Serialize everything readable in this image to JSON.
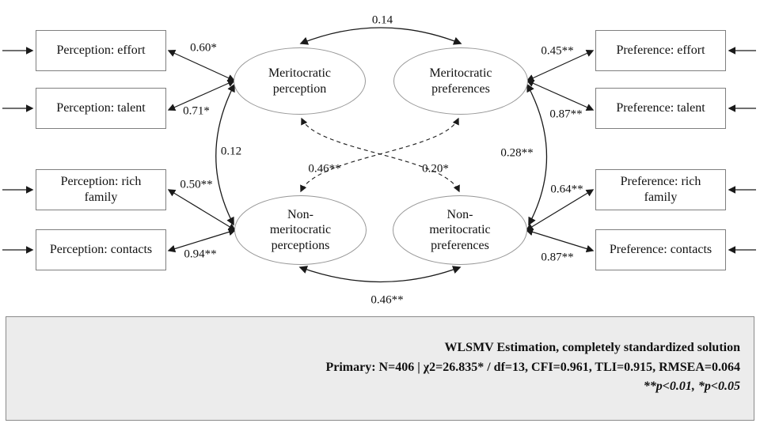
{
  "figure": {
    "observed_left": [
      {
        "label": "Perception: effort",
        "loading": "0.60*"
      },
      {
        "label": "Perception: talent",
        "loading": "0.71*"
      },
      {
        "label": "Perception: rich\nfamily",
        "loading": "0.50**"
      },
      {
        "label": "Perception: contacts",
        "loading": "0.94**"
      }
    ],
    "observed_right": [
      {
        "label": "Preference: effort",
        "loading": "0.45**"
      },
      {
        "label": "Preference: talent",
        "loading": "0.87**"
      },
      {
        "label": "Preference: rich\nfamily",
        "loading": "0.64**"
      },
      {
        "label": "Preference: contacts",
        "loading": "0.87**"
      }
    ],
    "latent": [
      {
        "label": "Meritocratic\nperception"
      },
      {
        "label": "Meritocratic\npreferences"
      },
      {
        "label": "Non-\nmeritocratic\nperceptions"
      },
      {
        "label": "Non-\nmeritocratic\npreferences"
      }
    ],
    "covariances": {
      "merit_perception__merit_preferences": "0.14",
      "merit_perception__nonmerit_perceptions": "0.12",
      "merit_preferences__nonmerit_preferences": "0.28**",
      "nonmerit_perceptions__nonmerit_preferences": "0.46**",
      "merit_preferences__nonmerit_perceptions": "0.46**",
      "merit_perception__nonmerit_preferences": "0.20*"
    }
  },
  "note": {
    "line1": "WLSMV Estimation, completely standardized solution",
    "line2": "Primary: N=406 | χ2=26.835* / df=13, CFI=0.961, TLI=0.915, RMSEA=0.064",
    "line3": "**p<0.01, *p<0.05"
  },
  "colors": {
    "arrow_line": "#1a1a1a",
    "box_border": "#7f7f7f",
    "ellipse_border": "#979797",
    "note_background": "#ececec",
    "note_border": "#8a8a8a"
  }
}
